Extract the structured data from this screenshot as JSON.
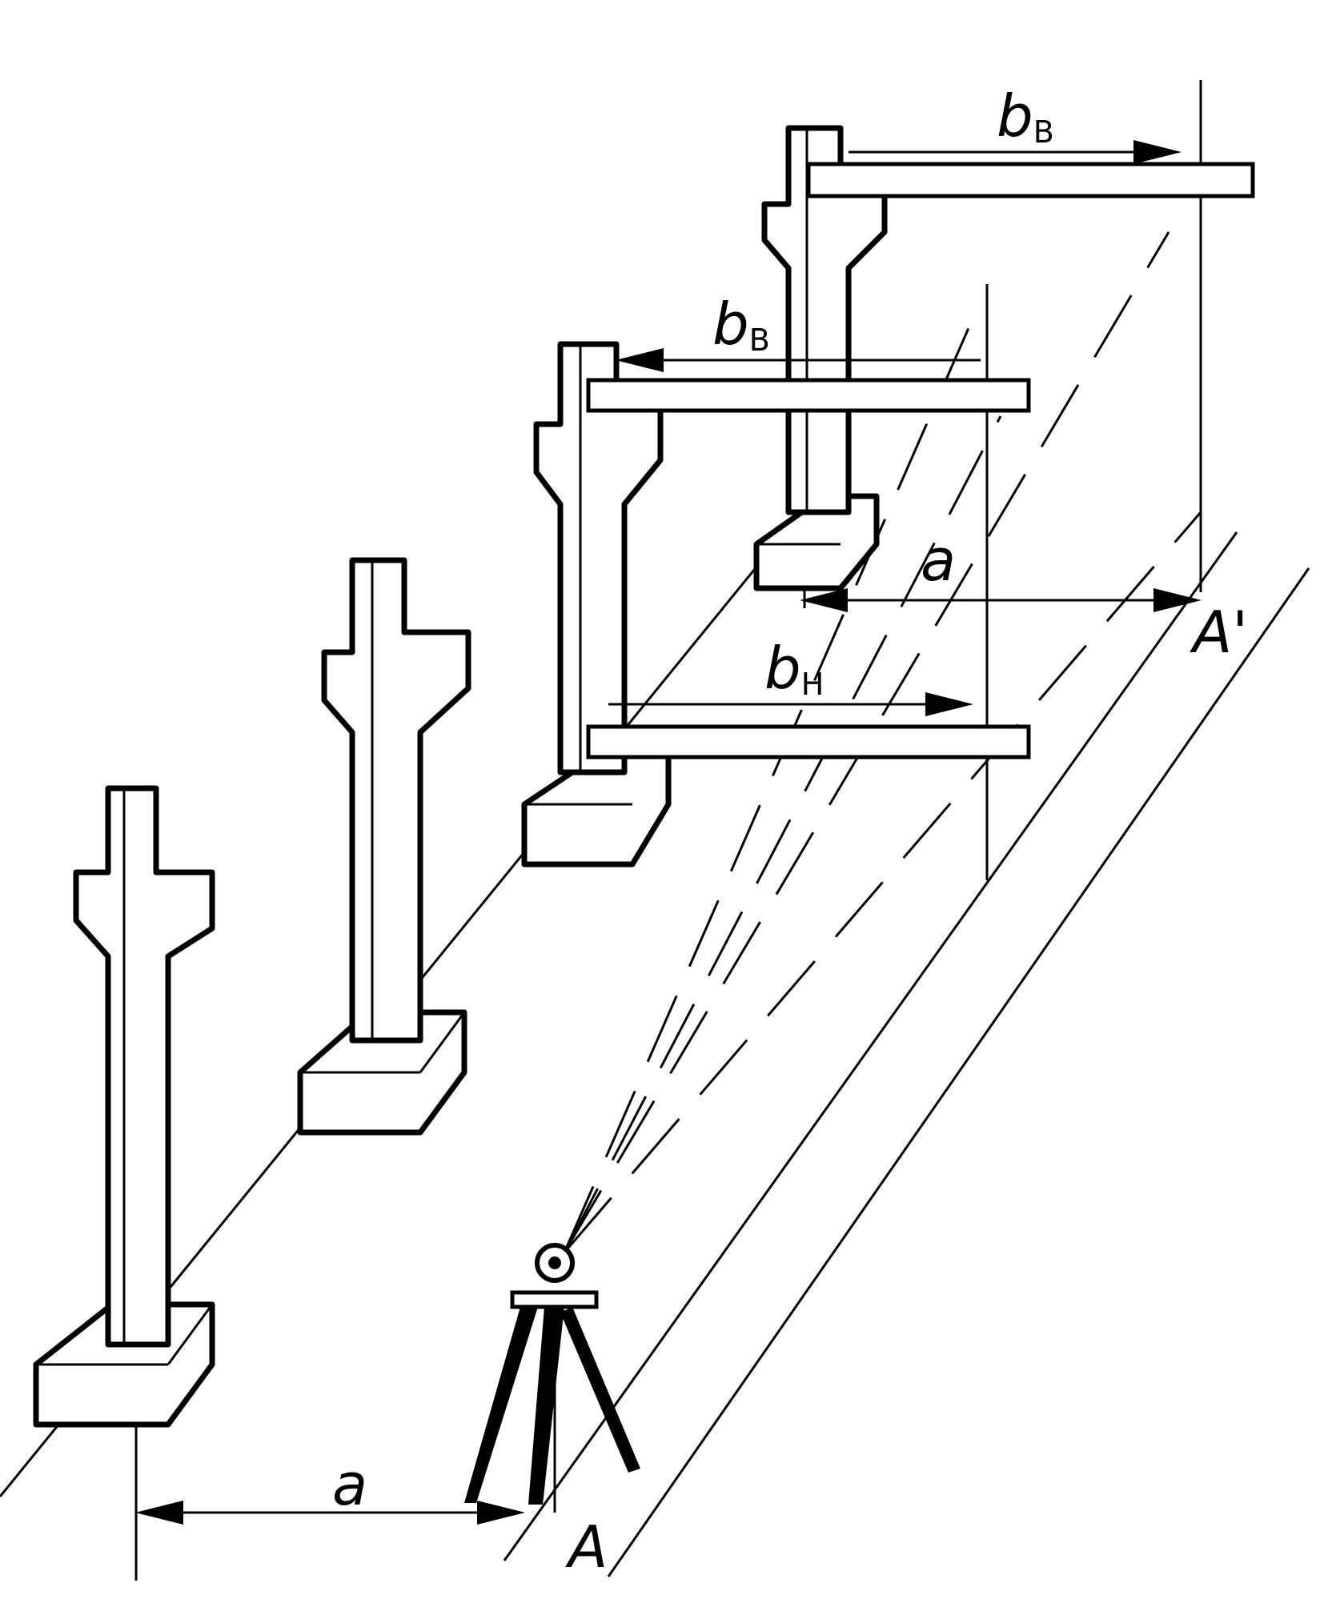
{
  "labels": {
    "b_top_main": "b",
    "b_top_sub": "B",
    "b_mid_main": "b",
    "b_mid_sub": "B",
    "b_low_main": "b",
    "b_low_sub": "H",
    "a_top": "a",
    "a_bottom": "a",
    "point_A": "A",
    "point_A_prime": "A'"
  }
}
